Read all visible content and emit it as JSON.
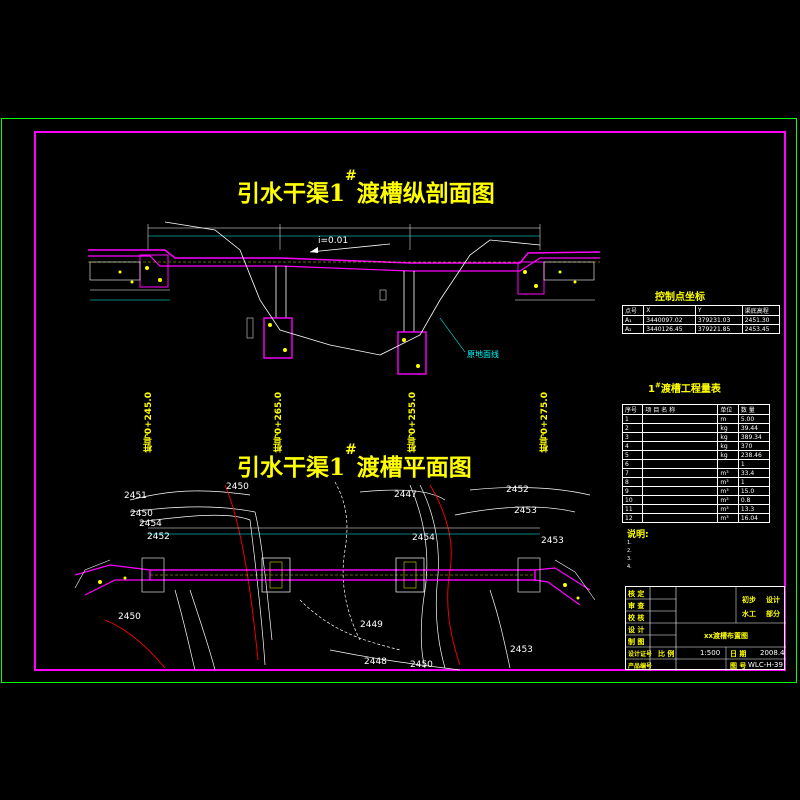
{
  "titles": {
    "profile": "引水干渠1",
    "profile_sup": "#",
    "profile_suffix": "渡槽纵剖面图",
    "plan": "引水干渠1",
    "plan_sup": "#",
    "plan_suffix": "渡槽平面图"
  },
  "profile": {
    "slope": "i=0.01",
    "ground_line_label": "原地面线",
    "stations": [
      "桩号0+245.0",
      "桩号0+265.0",
      "桩号0+255.0",
      "桩号0+275.0"
    ]
  },
  "plan": {
    "contours": [
      "2451",
      "2450",
      "2447",
      "2452",
      "2453",
      "2450",
      "2454",
      "2452",
      "2454",
      "2453",
      "2449",
      "2448",
      "2450",
      "2450",
      "2453"
    ]
  },
  "control_table": {
    "title": "控制点坐标",
    "headers": [
      "点号",
      "X",
      "Y",
      "渠底高程"
    ],
    "rows": [
      [
        "A₁",
        "3440097.02",
        "379231.03",
        "2451.30"
      ],
      [
        "A₂",
        "3440126.45",
        "379221.85",
        "2453.45"
      ]
    ]
  },
  "quantity_table": {
    "title": "1",
    "title_sup": "#",
    "title_suffix": "渡槽工程量表",
    "headers": [
      "序号",
      "项 目 名 称",
      "单位",
      "数 量"
    ],
    "rows": [
      [
        "1",
        "",
        "m",
        "5.00"
      ],
      [
        "2",
        "",
        "kg",
        "39.44"
      ],
      [
        "3",
        "",
        "kg",
        "389.34"
      ],
      [
        "4",
        "",
        "kg",
        "370"
      ],
      [
        "5",
        "",
        "kg",
        "238.46"
      ],
      [
        "6",
        "",
        "",
        "1"
      ],
      [
        "7",
        "",
        "m³",
        "33.4"
      ],
      [
        "8",
        "",
        "m³",
        "1"
      ],
      [
        "9",
        "",
        "m³",
        "15.0"
      ],
      [
        "10",
        "",
        "m³",
        "0.8"
      ],
      [
        "11",
        "",
        "m³",
        "13.3"
      ],
      [
        "12",
        "",
        "m³",
        "16.04"
      ]
    ]
  },
  "notes": {
    "title": "说明:",
    "items": [
      "1.",
      "2.",
      "3.",
      "4."
    ]
  },
  "title_block": {
    "left_labels": [
      "核 定",
      "审 查",
      "校 核",
      "设 计",
      "制 图",
      "设计证号",
      "产品编号"
    ],
    "right_top": [
      "初步",
      "设计",
      "水工",
      "部分"
    ],
    "drawing_name": "xx渡槽布置图",
    "scale_label": "比 例",
    "scale_value": "1:500",
    "date_label": "日 期",
    "date_value": "2008.4",
    "number_label": "图 号",
    "number_value": "WLC-H-39"
  },
  "colors": {
    "outer_frame": "#00ff00",
    "inner_frame": "#ff00ff",
    "title": "#ffff00",
    "structure": "#ff00ff",
    "ground": "#ffffff",
    "contour_red": "#ff0000"
  }
}
